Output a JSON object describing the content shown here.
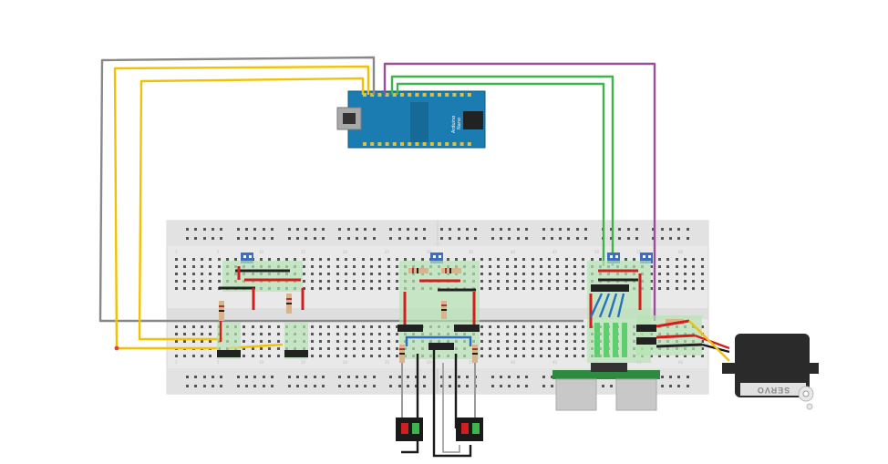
{
  "arduino": {
    "name": "Arduino",
    "model": "Nano"
  },
  "breadboard": {
    "column_numbers": [
      "1",
      "5",
      "10",
      "15",
      "20",
      "25",
      "30",
      "35",
      "40",
      "45",
      "50",
      "55",
      "60"
    ]
  },
  "servo": {
    "label": "SERVO"
  },
  "colors": {
    "wire_gray": "#888888",
    "wire_yellow": "#f2c200",
    "wire_green": "#3cb54a",
    "wire_purple": "#9b4f9b",
    "wire_red": "#d11f1f",
    "wire_black": "#1a1a1a",
    "wire_blue": "#2b6fc4",
    "arduino_blue": "#1a7cb0",
    "breadboard": "#e8e8e8",
    "pcb_green": "#2d8a3e"
  }
}
